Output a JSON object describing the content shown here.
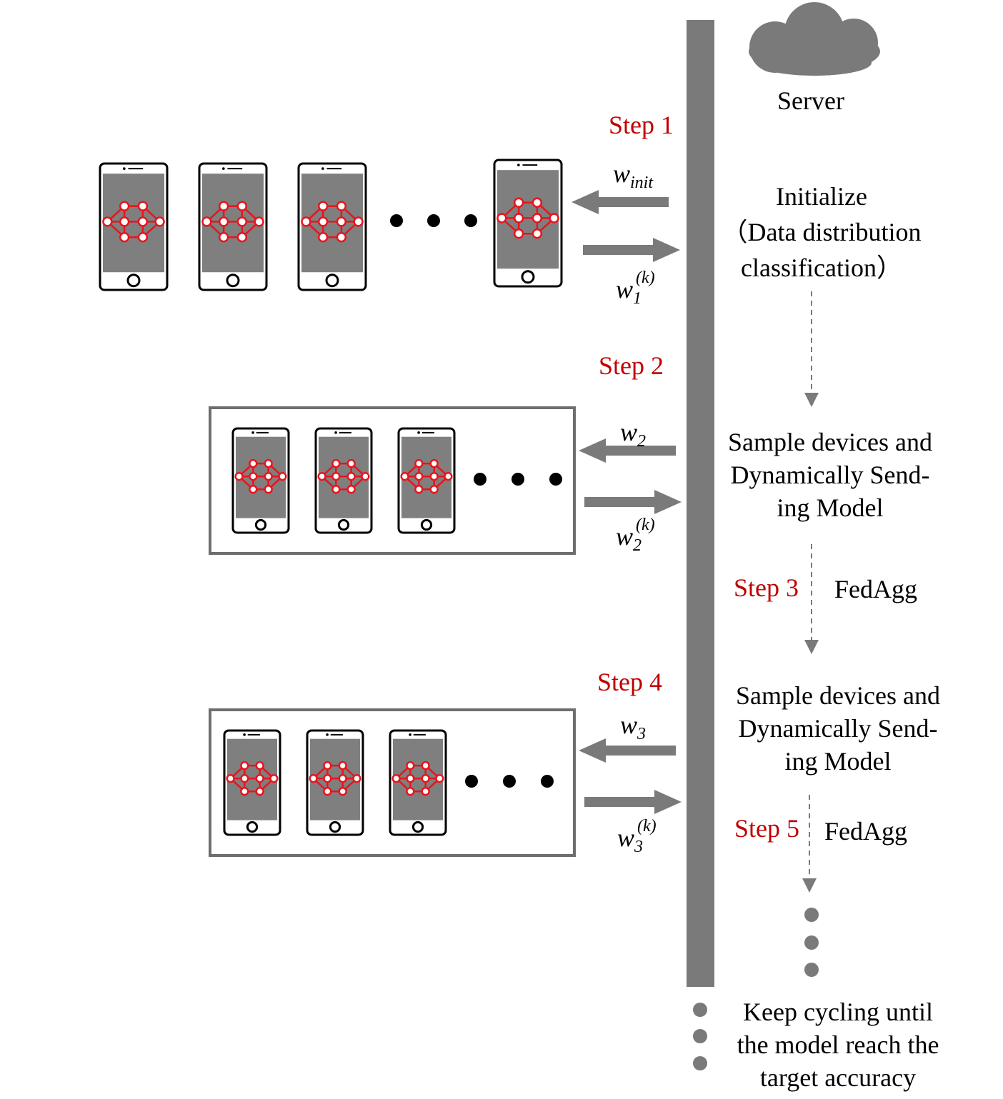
{
  "server": {
    "label": "Server"
  },
  "steps": {
    "s1": "Step 1",
    "s2": "Step 2",
    "s3": "Step 3",
    "s4": "Step 4",
    "s5": "Step 5"
  },
  "server_text": {
    "init_line1": "Initialize",
    "init_line2": "（Data distribution",
    "init_line3": "classification）",
    "sample1_line1": "Sample devices and",
    "sample1_line2": "Dynamically Send-",
    "sample1_line3": "ing Model",
    "fedagg1": "FedAgg",
    "sample2_line1": "Sample devices and",
    "sample2_line2": "Dynamically Send-",
    "sample2_line3": "ing Model",
    "fedagg2": "FedAgg",
    "keep_line1": "Keep cycling until",
    "keep_line2": "the model reach the",
    "keep_line3": "target accuracy"
  },
  "weights": {
    "w_init_base": "w",
    "w_init_sub": "init",
    "w1_base": "w",
    "w1_sub": "1",
    "w1_sup": "(k)",
    "w2_base": "w",
    "w2_sub": "2",
    "w2k_base": "w",
    "w2k_sub": "2",
    "w2k_sup": "(k)",
    "w3_base": "w",
    "w3_sub": "3",
    "w3k_base": "w",
    "w3k_sub": "3",
    "w3k_sup": "(k)"
  },
  "colors": {
    "server_bar": "#7a7a7a",
    "arrow": "#7a7a7a",
    "step_text": "#c00000",
    "nn_red": "#e8141c",
    "phone_screen": "#7f7f7f",
    "cloud": "#7a7a7a"
  },
  "icons": [
    "cloud-icon",
    "smartphone-icon",
    "neural-network-icon",
    "ellipsis-icon",
    "arrow-icon"
  ]
}
